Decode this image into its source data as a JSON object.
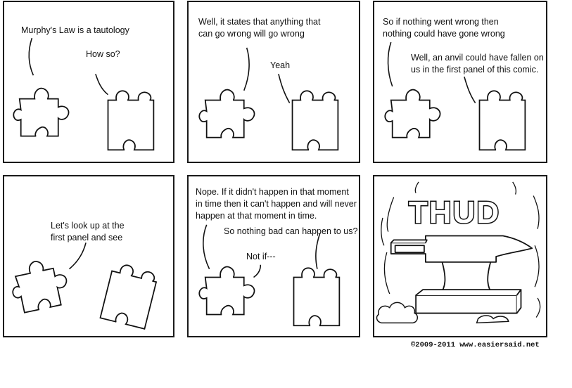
{
  "panels": [
    {
      "lines": [
        "Murphy's Law is a tautology",
        "How so?"
      ]
    },
    {
      "lines": [
        "Well, it states that anything that",
        "can go wrong will go wrong",
        "Yeah"
      ]
    },
    {
      "lines": [
        "So if nothing went wrong then",
        "nothing could have gone wrong",
        "Well, an anvil could have fallen on",
        "us in the first panel of this comic."
      ]
    },
    {
      "lines": [
        "Let's look up at the",
        "first panel and see"
      ]
    },
    {
      "lines": [
        "Nope. If it didn't happen in that moment",
        "in time then it can't happen and will never",
        "happen at that moment in time.",
        "So nothing bad can happen to us?",
        "Not if---"
      ]
    },
    {
      "sound": "THUD"
    }
  ],
  "credit": "©2009-2011 www.easiersaid.net"
}
